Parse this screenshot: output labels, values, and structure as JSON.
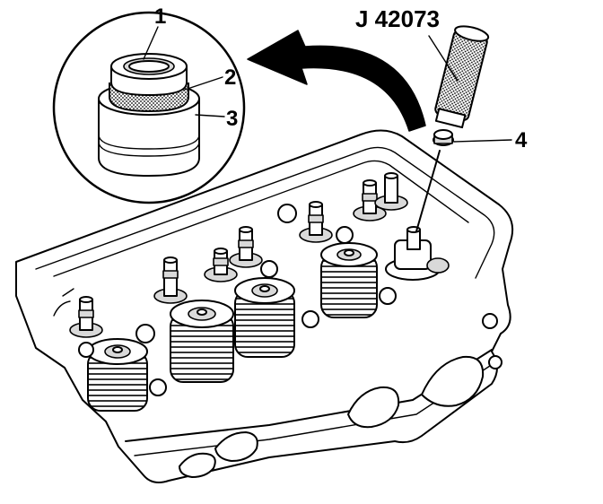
{
  "tool_label": "J 42073",
  "callouts": {
    "c1": "1",
    "c2": "2",
    "c3": "3",
    "c4": "4"
  },
  "colors": {
    "line": "#000000",
    "background": "#ffffff",
    "shading": "#d9d9d9"
  },
  "icons": {
    "arrow": "curved-arrow-icon"
  }
}
